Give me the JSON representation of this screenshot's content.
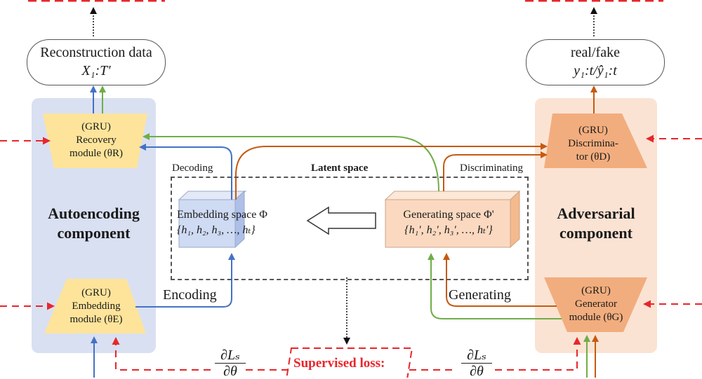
{
  "diagram": {
    "type": "architecture-flow",
    "colors": {
      "autoencoding_panel": "#d9e0f2",
      "adversarial_panel": "#fbe3d3",
      "autoencoder_module": "#fde49a",
      "adversarial_module": "#f2ad7e",
      "embedding_space": "#cfdaf3",
      "generating_space": "#fbd9c0",
      "blue_flow": "#4472c4",
      "green_flow": "#70ad47",
      "orange_flow": "#c55a11",
      "loss_red": "#e8262b",
      "latent_border": "#555555"
    },
    "outputs": {
      "reconstruction": {
        "title": "Reconstruction data",
        "formula": "X₁:T′"
      },
      "real_fake": {
        "title": "real/fake",
        "formula": "y₁:t/ŷ₁:t"
      }
    },
    "components": {
      "autoencoding": {
        "title_line1": "Autoencoding",
        "title_line2": "component"
      },
      "adversarial": {
        "title_line1": "Adversarial",
        "title_line2": "component"
      }
    },
    "modules": {
      "recovery": {
        "line1": "(GRU)",
        "line2": "Recovery",
        "line3": "module (θR)"
      },
      "embedding": {
        "line1": "(GRU)",
        "line2": "Embedding",
        "line3": "module (θE)"
      },
      "discriminator": {
        "line1": "(GRU)",
        "line2": "Discrimina-",
        "line3": "tor (θD)"
      },
      "generator": {
        "line1": "(GRU)",
        "line2": "Generator",
        "line3": "module (θG)"
      }
    },
    "latent": {
      "title": "Latent space",
      "embedding_space": {
        "line1": "Embedding space Φ",
        "line2": "{h₁, h₂, h₃, …, hₜ}"
      },
      "generating_space": {
        "line1": "Generating space Φ'",
        "line2": "{h₁′, h₂′, h₃′, …, hₜ′}"
      }
    },
    "flow_labels": {
      "decoding": "Decoding",
      "discriminating": "Discriminating",
      "encoding": "Encoding",
      "generating": "Generating"
    },
    "loss": {
      "label": "Supervised loss:",
      "gradient_left": {
        "numerator": "∂Lₛ",
        "denominator": "∂θ"
      },
      "gradient_right": {
        "numerator": "∂Lₛ",
        "denominator": "∂θ"
      }
    }
  }
}
